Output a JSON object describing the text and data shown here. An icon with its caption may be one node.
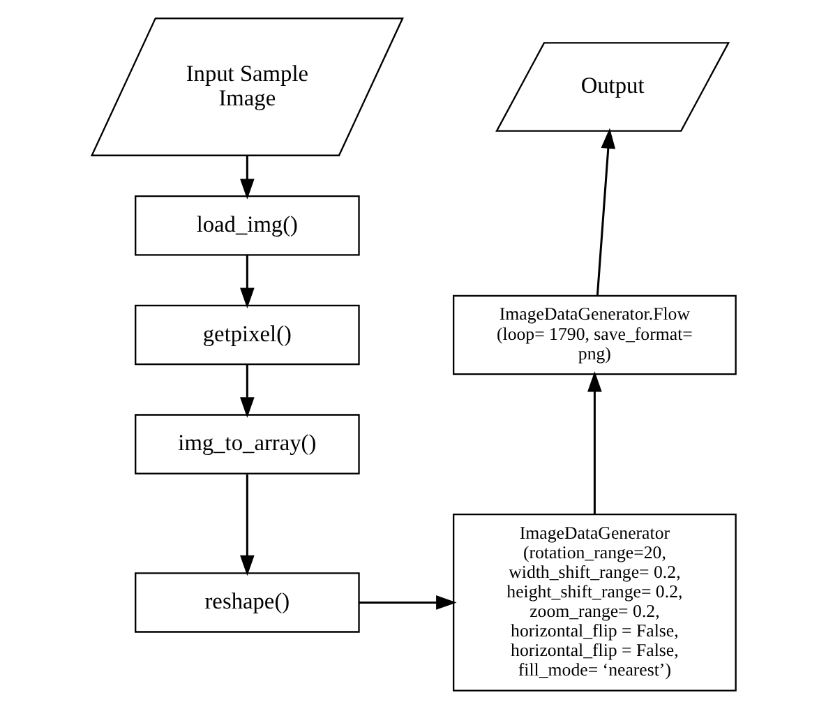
{
  "diagram": {
    "nodes": [
      {
        "text": [
          "Input Sample Image"
        ]
      },
      {
        "text": [
          "load_img()"
        ]
      },
      {
        "text": [
          "getpixel()"
        ]
      },
      {
        "text": [
          "img_to_array()"
        ]
      },
      {
        "text": [
          "reshape()"
        ]
      },
      {
        "text": [
          "ImageDataGenerator (rotation_range=20, width_shift_range= 0.2, height_shift_range= 0.2, zoom_range= 0.2, horizontal_flip = False, horizontal_flip = False, fill_mode= ‘nearest’)"
        ]
      },
      {
        "text": [
          "ImageDataGenerator.Flow (loop= 1790, save_format= png)"
        ]
      },
      {
        "text": [
          "Output"
        ]
      }
    ],
    "edges": [
      {
        "from": 0,
        "to": 1,
        "arrow": "to"
      },
      {
        "from": 1,
        "to": 2,
        "arrow": "to"
      },
      {
        "from": 2,
        "to": 3,
        "arrow": "to"
      },
      {
        "from": 3,
        "to": 4,
        "arrow": "to"
      },
      {
        "from": 4,
        "to": 5,
        "arrow": "to"
      },
      {
        "from": 5,
        "to": 6,
        "arrow": "to"
      },
      {
        "from": 6,
        "to": 7,
        "arrow": "to"
      }
    ]
  }
}
